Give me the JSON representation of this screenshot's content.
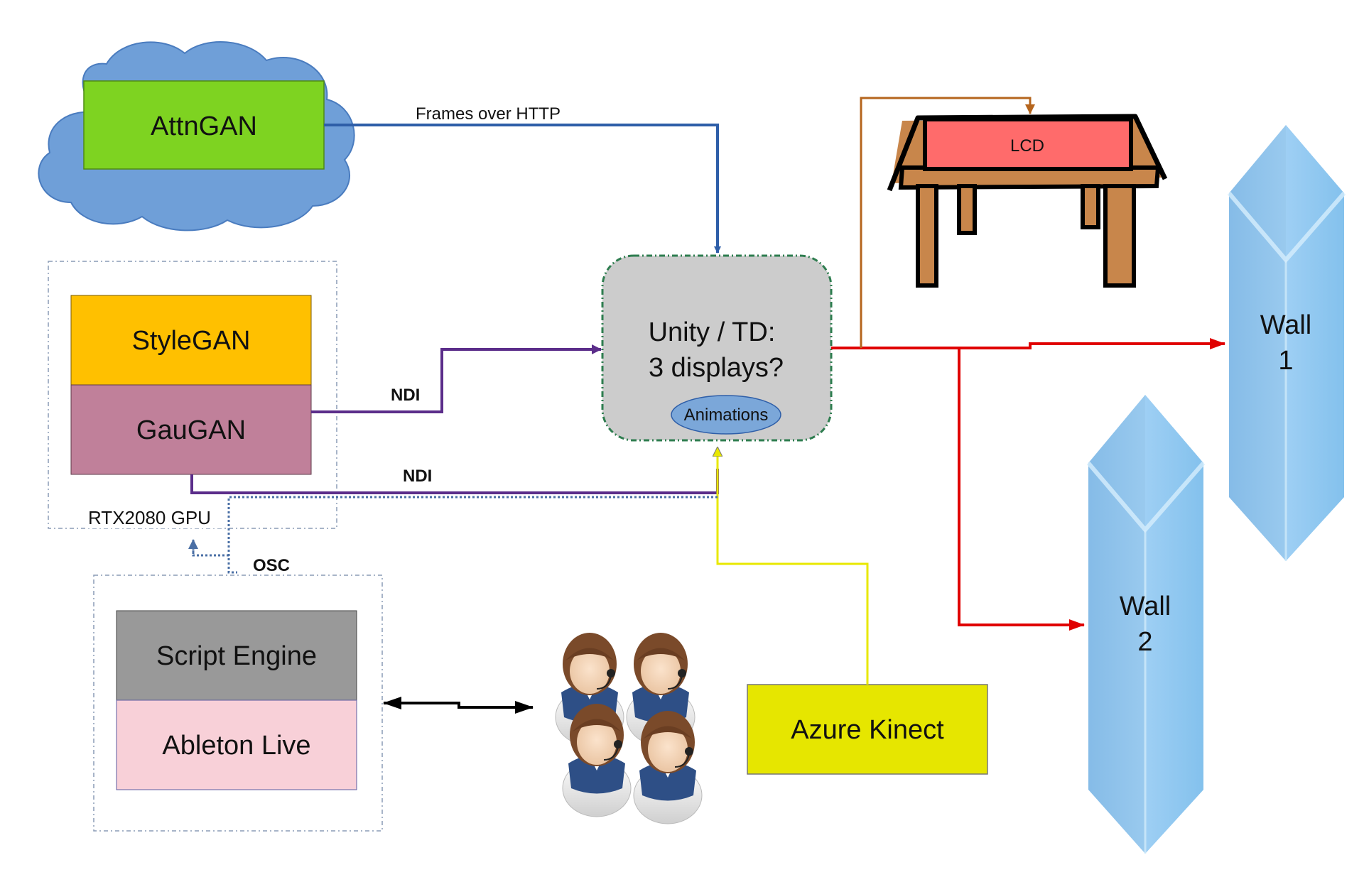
{
  "nodes": {
    "attngan": "AttnGAN",
    "stylegan": "StyleGAN",
    "gaugan": "GauGAN",
    "gpu_group": "RTX2080 GPU",
    "unity_line1": "Unity / TD:",
    "unity_line2": "3 displays?",
    "animations": "Animations",
    "lcd": "LCD",
    "wall1_line1": "Wall",
    "wall1_line2": "1",
    "wall2_line1": "Wall",
    "wall2_line2": "2",
    "script_engine": "Script Engine",
    "ableton": "Ableton Live",
    "azure_kinect": "Azure Kinect"
  },
  "edges": {
    "frames_http": "Frames over HTTP",
    "ndi_stylegan": "NDI",
    "ndi_gaugan": "NDI",
    "osc": "OSC"
  },
  "icons": {
    "cloud": "cloud-icon",
    "table": "table-icon",
    "crystal_wall1": "crystal-panel-icon",
    "crystal_wall2": "crystal-panel-icon",
    "audience": "people-group-icon"
  },
  "colors": {
    "attngan_fill": "#7ed321",
    "cloud_fill": "#6f9fd8",
    "stylegan_fill": "#ffc000",
    "gaugan_fill": "#c0809a",
    "unity_fill": "#cccccc",
    "unity_border": "#2e7d4f",
    "animations_fill": "#7ba7d9",
    "lcd_fill": "#ff6b6b",
    "table_fill": "#c8864b",
    "script_engine_fill": "#999999",
    "ableton_fill": "#f8d0d8",
    "azure_fill": "#e6e600",
    "wall_fill": "#8ec8f0",
    "http_line": "#2e5ea8",
    "ndi_line": "#5b2d8a",
    "display_line": "#e00000",
    "lcd_line": "#b5651d",
    "kinect_line": "#e8e800",
    "osc_line": "#4a6fa5"
  }
}
